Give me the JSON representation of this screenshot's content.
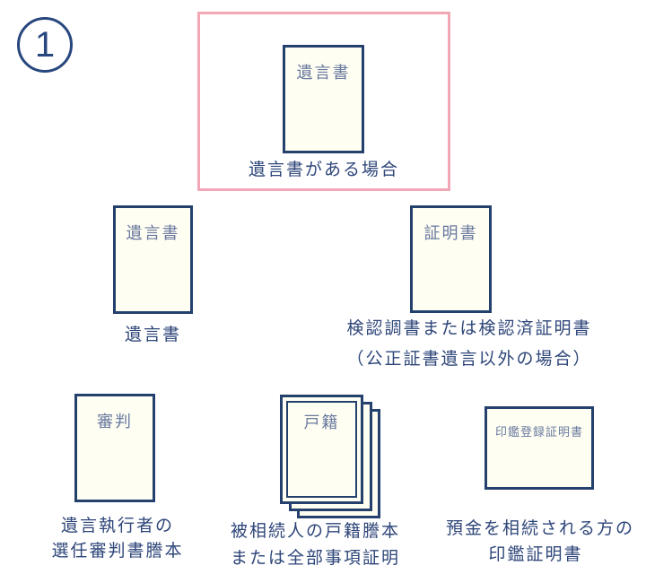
{
  "badge": {
    "number": "1"
  },
  "colors": {
    "navy_border": "#24406C",
    "caption_text": "#2E4679",
    "doc_label_text": "#68799F",
    "paper_fill": "#FFFEF2",
    "highlight_pink": "#F2A7B7",
    "background": "#FFFFFF"
  },
  "groups": {
    "will_case": {
      "icon": "document-icon",
      "doc_label": "遺言書",
      "caption": "遺言書がある場合"
    },
    "will": {
      "icon": "document-icon",
      "doc_label": "遺言書",
      "caption": "遺言書"
    },
    "probate_certificate": {
      "icon": "document-icon",
      "doc_label": "証明書",
      "caption_line1": "検認調書または検認済証明書",
      "caption_line2": "（公正証書遺言以外の場合）"
    },
    "executor_appointment": {
      "icon": "document-icon",
      "doc_label": "審判",
      "caption_line1": "遺言執行者の",
      "caption_line2": "選任審判書謄本"
    },
    "family_register": {
      "icon": "stacked-documents-icon",
      "doc_label": "戸籍",
      "caption_line1": "被相続人の戸籍謄本",
      "caption_line2": "または全部事項証明"
    },
    "seal_registration": {
      "icon": "card-icon",
      "doc_label": "印鑑登録証明書",
      "caption_line1": "預金を相続される方の",
      "caption_line2": "印鑑証明書"
    }
  }
}
